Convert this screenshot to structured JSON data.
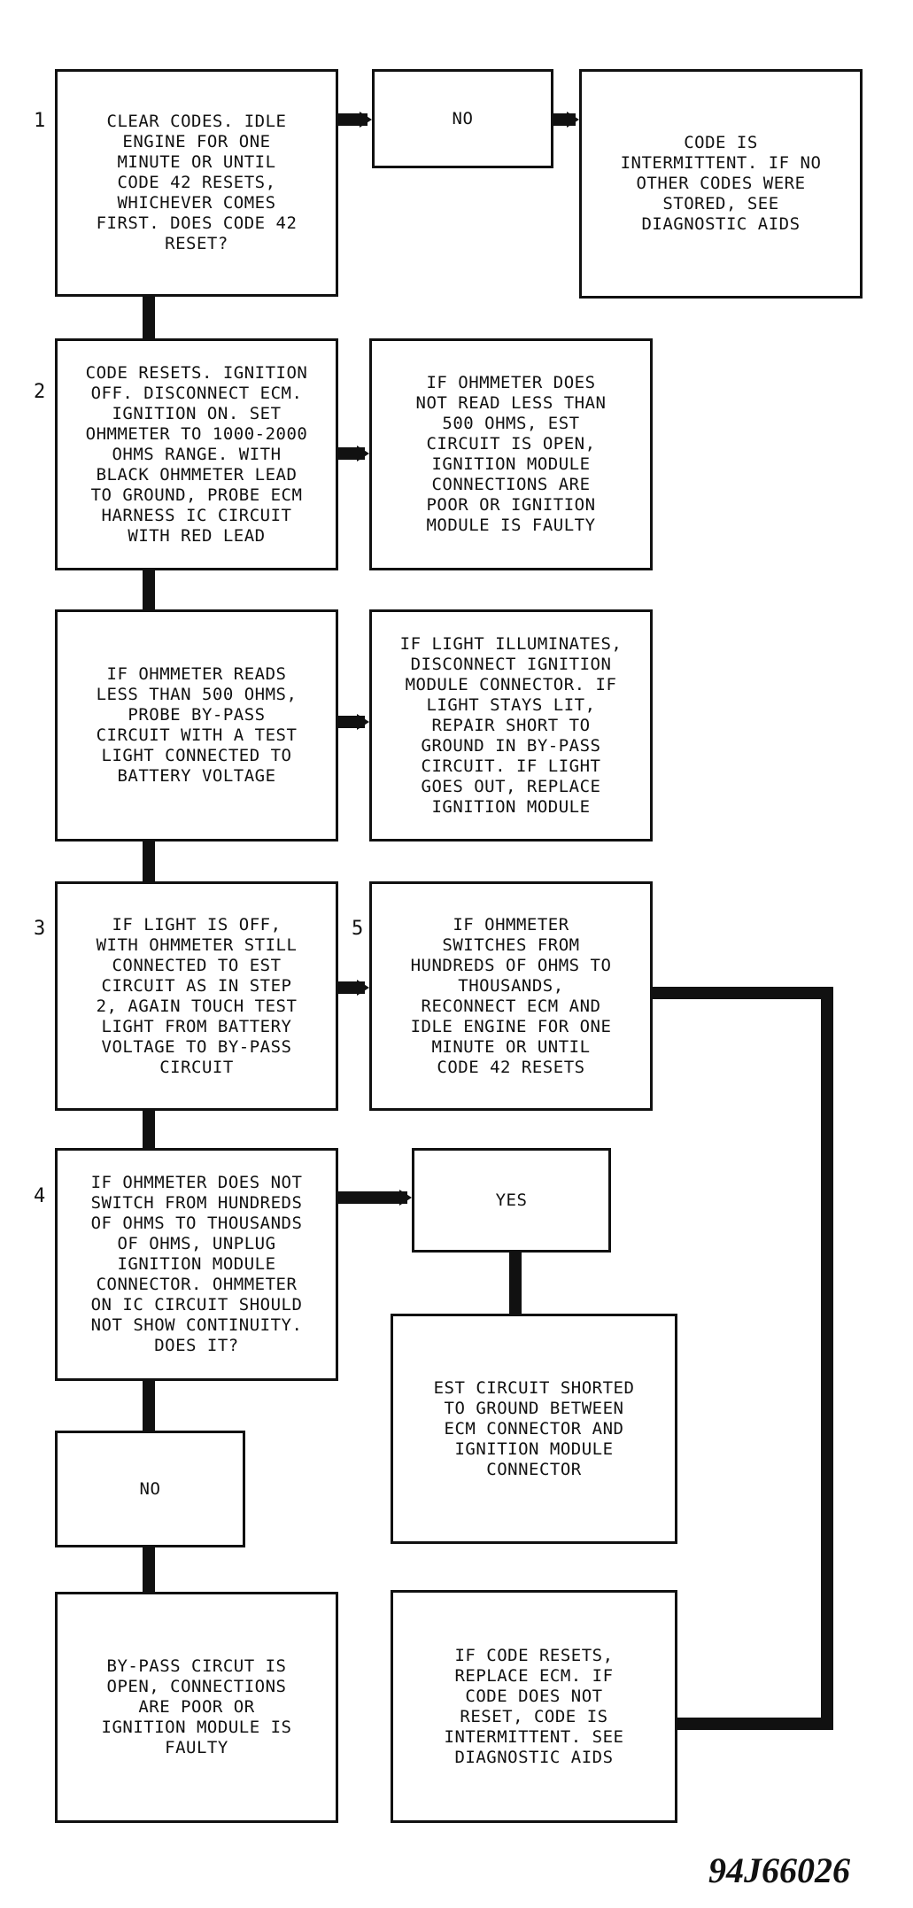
{
  "steps": {
    "s1": "1",
    "s2": "2",
    "s3": "3",
    "s4": "4",
    "s5": "5"
  },
  "boxes": {
    "step1_question": "CLEAR CODES. IDLE\nENGINE FOR ONE\nMINUTE OR UNTIL\nCODE 42 RESETS,\nWHICHEVER COMES\nFIRST. DOES CODE 42\nRESET?",
    "step1_no": "NO",
    "intermittent": "CODE IS\nINTERMITTENT. IF NO\nOTHER CODES WERE\nSTORED, SEE\nDIAGNOSTIC AIDS",
    "step2_instruction": "CODE RESETS. IGNITION\nOFF. DISCONNECT ECM.\nIGNITION ON. SET\nOHMMETER TO 1000-2000\nOHMS RANGE. WITH\nBLACK OHMMETER LEAD\nTO GROUND, PROBE ECM\nHARNESS IC CIRCUIT\nWITH RED LEAD",
    "step2_result": "IF OHMMETER DOES\nNOT READ LESS THAN\n500 OHMS, EST\nCIRCUIT IS OPEN,\nIGNITION MODULE\nCONNECTIONS ARE\nPOOR OR IGNITION\nMODULE IS FAULTY",
    "bypass_probe": "IF OHMMETER READS\nLESS THAN 500 OHMS,\nPROBE BY-PASS\nCIRCUIT WITH A TEST\nLIGHT CONNECTED TO\nBATTERY VOLTAGE",
    "light_result": "IF LIGHT ILLUMINATES,\nDISCONNECT IGNITION\nMODULE CONNECTOR. IF\nLIGHT STAYS LIT,\nREPAIR SHORT TO\nGROUND IN BY-PASS\nCIRCUIT. IF LIGHT\nGOES OUT, REPLACE\nIGNITION MODULE",
    "step3_instruction": "IF LIGHT IS OFF,\nWITH OHMMETER STILL\nCONNECTED TO EST\nCIRCUIT AS IN STEP\n2, AGAIN TOUCH TEST\nLIGHT FROM BATTERY\nVOLTAGE TO BY-PASS\nCIRCUIT",
    "step5_instruction": "IF OHMMETER\nSWITCHES FROM\nHUNDREDS OF OHMS TO\nTHOUSANDS,\nRECONNECT ECM AND\nIDLE ENGINE FOR ONE\nMINUTE OR UNTIL\nCODE 42 RESETS",
    "step4_question": "IF OHMMETER DOES NOT\nSWITCH FROM HUNDREDS\nOF OHMS TO THOUSANDS\nOF OHMS, UNPLUG\nIGNITION MODULE\nCONNECTOR. OHMMETER\nON IC CIRCUIT SHOULD\nNOT SHOW CONTINUITY.\nDOES IT?",
    "step4_yes": "YES",
    "est_shorted": "EST CIRCUIT SHORTED\nTO GROUND BETWEEN\nECM CONNECTOR AND\nIGNITION MODULE\nCONNECTOR",
    "step4_no": "NO",
    "bypass_open": "BY-PASS CIRCUT IS\nOPEN, CONNECTIONS\nARE POOR OR\nIGNITION MODULE IS\nFAULTY",
    "code_resets": "IF CODE RESETS,\nREPLACE ECM. IF\nCODE DOES NOT\nRESET, CODE IS\nINTERMITTENT. SEE\nDIAGNOSTIC AIDS"
  },
  "figure_id": "94J66026"
}
